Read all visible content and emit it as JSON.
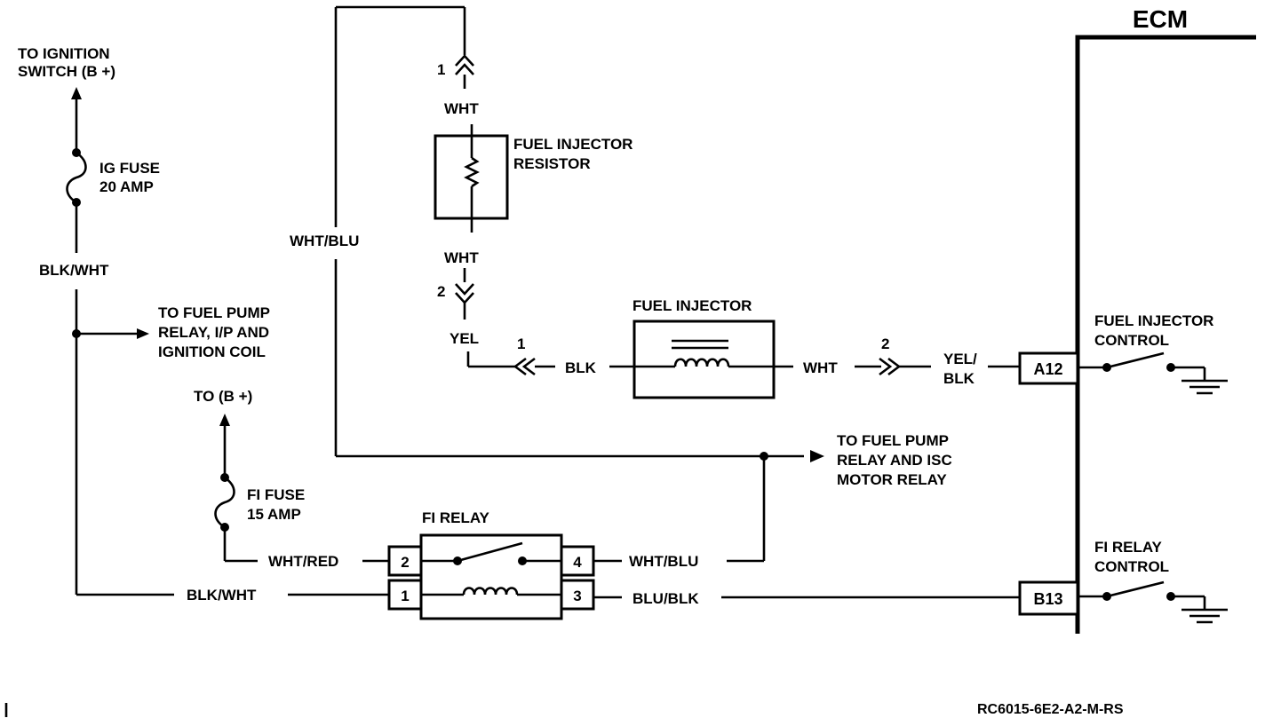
{
  "ecm": {
    "title": "ECM"
  },
  "labels": {
    "to_ignition_switch": [
      "TO IGNITION",
      "SWITCH (B +)"
    ],
    "ig_fuse": [
      "IG FUSE",
      "20 AMP"
    ],
    "blk_wht_vertical": "BLK/WHT",
    "to_fuel_pump_relay_ip": [
      "TO FUEL PUMP",
      "RELAY, I/P AND",
      "IGNITION COIL"
    ],
    "to_b_plus": "TO (B +)",
    "fi_fuse": [
      "FI FUSE",
      "15 AMP"
    ],
    "wht_blu_left": "WHT/BLU",
    "wht_top": "WHT",
    "wht_bottom": "WHT",
    "fuel_injector_resistor": [
      "FUEL INJECTOR",
      "RESISTOR"
    ],
    "yel": "YEL",
    "blk": "BLK",
    "fuel_injector": "FUEL INJECTOR",
    "wht_right": "WHT",
    "yel_blk": [
      "YEL/",
      "BLK"
    ],
    "to_fuel_pump_relay_isc": [
      "TO FUEL PUMP",
      "RELAY AND ISC",
      "MOTOR RELAY"
    ],
    "fi_relay": "FI RELAY",
    "wht_red": "WHT/RED",
    "blk_wht_bottom": "BLK/WHT",
    "wht_blu_relay": "WHT/BLU",
    "blu_blk": "BLU/BLK",
    "fuel_injector_control": [
      "FUEL INJECTOR",
      "CONTROL"
    ],
    "fi_relay_control": [
      "FI RELAY",
      "CONTROL"
    ],
    "figure_code": "RC6015-6E2-A2-M-RS"
  },
  "connectors": {
    "resistor_top": "1",
    "resistor_bottom": "2",
    "injector_left": "1",
    "injector_right": "2"
  },
  "relay_pins": {
    "p1": "1",
    "p2": "2",
    "p3": "3",
    "p4": "4"
  },
  "ecm_pins": {
    "a12": "A12",
    "b13": "B13"
  }
}
